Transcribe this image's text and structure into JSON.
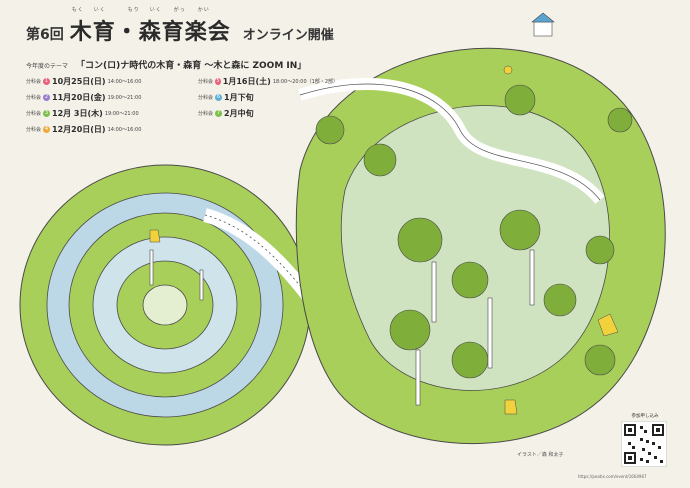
{
  "header": {
    "edition": "第6回",
    "title": "木育・森育楽会",
    "subtitle": "オンライン開催",
    "ruby": [
      "もく",
      "いく",
      "もり",
      "いく",
      "がっ",
      "かい"
    ]
  },
  "theme": {
    "label": "今年度のテーマ",
    "text": "「コン(ロ)ナ時代の木育・森育 ～木と森に ZOOM IN」"
  },
  "sessions": [
    {
      "label": "分科会",
      "num": "1",
      "color": "#e8607a",
      "date": "10月25日(日)",
      "time": "14:00〜16:00"
    },
    {
      "label": "分科会",
      "num": "5",
      "color": "#e8607a",
      "date": "1月16日(土)",
      "time": "18:00〜20:00（1部・2部）"
    },
    {
      "label": "分科会",
      "num": "2",
      "color": "#9a7bd0",
      "date": "11月20日(金)",
      "time": "19:00〜21:00"
    },
    {
      "label": "分科会",
      "num": "6",
      "color": "#5cb0d6",
      "date": "1月下旬",
      "time": ""
    },
    {
      "label": "分科会",
      "num": "3",
      "color": "#7cc24a",
      "date": "12月 3日(木)",
      "time": "19:00〜21:00"
    },
    {
      "label": "分科会",
      "num": "7",
      "color": "#7cc24a",
      "date": "2月中旬",
      "time": ""
    },
    {
      "label": "分科会",
      "num": "4",
      "color": "#f0a83a",
      "date": "12月20日(日)",
      "time": "14:00〜16:00"
    }
  ],
  "qr": {
    "label": "参加申し込み"
  },
  "credit": "イラスト／森 和太子",
  "url": "https://peatix.com/event/1664967",
  "colors": {
    "background": "#f4f1e8",
    "forest": "#a9cf5b",
    "forest_dark": "#7fae3a",
    "water": "#bcd8e6",
    "accent_yellow": "#f2d23c"
  }
}
